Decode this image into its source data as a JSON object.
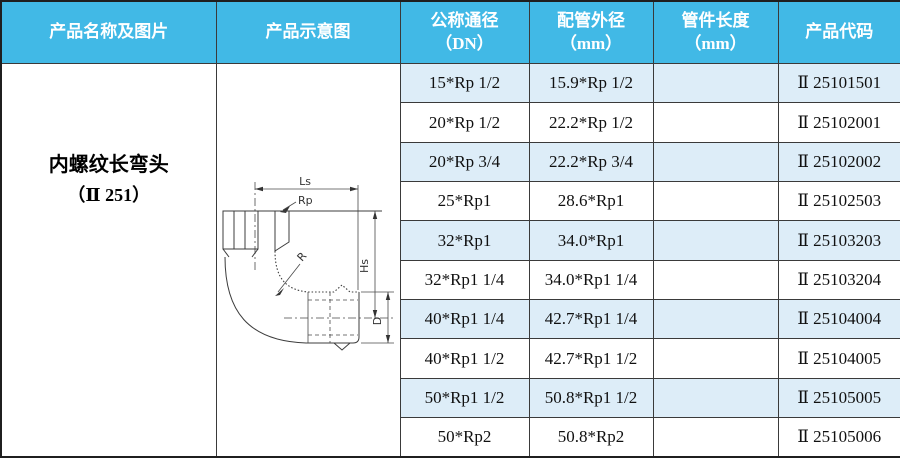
{
  "colors": {
    "header_bg": "#41b9e6",
    "header_text": "#ffffff",
    "stripe_bg": "#ddedf8",
    "row_bg": "#ffffff",
    "grid_line": "#3a3a3a",
    "outer_border": "#1f1f1f",
    "body_text": "#101010"
  },
  "header": {
    "col1": "产品名称及图片",
    "col2": "产品示意图",
    "col3_line1": "公称通径",
    "col3_line2": "（DN）",
    "col4_line1": "配管外径",
    "col4_line2": "（mm）",
    "col5_line1": "管件长度",
    "col5_line2": "（mm）",
    "col6": "产品代码"
  },
  "product": {
    "name": "内螺纹长弯头",
    "model": "（Ⅱ 251）"
  },
  "schematic": {
    "labels": {
      "length": "Ls",
      "thread": "Rp",
      "radius": "R",
      "height": "Hs",
      "diameter": "D"
    }
  },
  "rows": [
    {
      "dn": "15*Rp 1/2",
      "pipe_od": "15.9*Rp 1/2",
      "length": "",
      "code": "Ⅱ 25101501"
    },
    {
      "dn": "20*Rp 1/2",
      "pipe_od": "22.2*Rp 1/2",
      "length": "",
      "code": "Ⅱ 25102001"
    },
    {
      "dn": "20*Rp 3/4",
      "pipe_od": "22.2*Rp 3/4",
      "length": "",
      "code": "Ⅱ 25102002"
    },
    {
      "dn": "25*Rp1",
      "pipe_od": "28.6*Rp1",
      "length": "",
      "code": "Ⅱ 25102503"
    },
    {
      "dn": "32*Rp1",
      "pipe_od": "34.0*Rp1",
      "length": "",
      "code": "Ⅱ 25103203"
    },
    {
      "dn": "32*Rp1 1/4",
      "pipe_od": "34.0*Rp1 1/4",
      "length": "",
      "code": "Ⅱ 25103204"
    },
    {
      "dn": "40*Rp1 1/4",
      "pipe_od": "42.7*Rp1 1/4",
      "length": "",
      "code": "Ⅱ 25104004"
    },
    {
      "dn": "40*Rp1 1/2",
      "pipe_od": "42.7*Rp1 1/2",
      "length": "",
      "code": "Ⅱ 25104005"
    },
    {
      "dn": "50*Rp1 1/2",
      "pipe_od": "50.8*Rp1 1/2",
      "length": "",
      "code": "Ⅱ 25105005"
    },
    {
      "dn": "50*Rp2",
      "pipe_od": "50.8*Rp2",
      "length": "",
      "code": "Ⅱ 25105006"
    }
  ]
}
